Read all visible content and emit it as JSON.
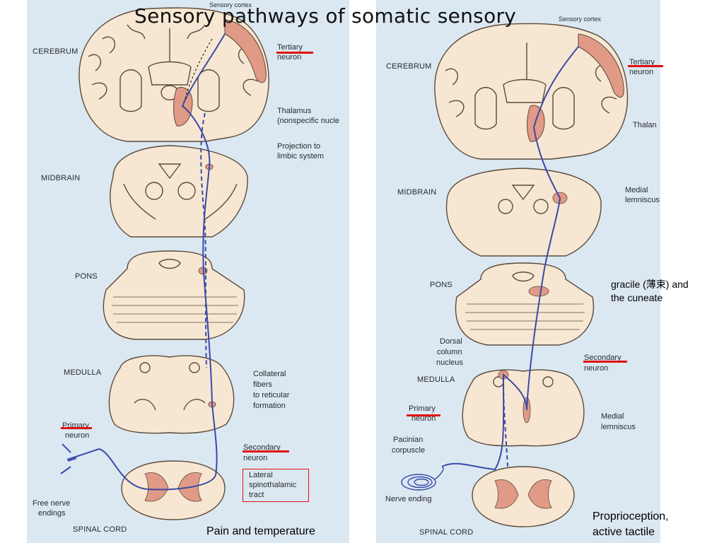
{
  "title": "Sensory pathways of somatic sensory",
  "left": {
    "levels": {
      "cerebrum": "CEREBRUM",
      "midbrain": "MIDBRAIN",
      "pons": "PONS",
      "medulla": "MEDULLA",
      "spinal_cord": "SPINAL CORD"
    },
    "labels": {
      "sensory_cortex": "Sensory cortex",
      "tertiary_neuron_1": "Tertiary",
      "tertiary_neuron_2": "neuron",
      "thalamus_1": "Thalamus",
      "thalamus_2": "(nonspecific nucle",
      "projection_1": "Projection to",
      "projection_2": "limbic system",
      "collateral_1": "Collateral",
      "collateral_2": "fibers",
      "collateral_3": "to reticular",
      "collateral_4": "formation",
      "primary_neuron_1": "Primary",
      "primary_neuron_2": "neuron",
      "secondary_neuron_1": "Secondary",
      "secondary_neuron_2": "neuron",
      "lateral_1": "Lateral",
      "lateral_2": "spinothalamic",
      "lateral_3": "tract",
      "free_nerve_1": "Free nerve",
      "free_nerve_2": "endings"
    },
    "caption": "Pain and temperature"
  },
  "right": {
    "levels": {
      "cerebrum": "CEREBRUM",
      "midbrain": "MIDBRAIN",
      "pons": "PONS",
      "medulla": "MEDULLA",
      "spinal_cord": "SPINAL CORD"
    },
    "labels": {
      "sensory_cortex": "Sensory cortex",
      "tertiary_neuron_1": "Tertiary",
      "tertiary_neuron_2": "neuron",
      "thalamus": "Thalan",
      "medial_lemniscus_top_1": "Medial",
      "medial_lemniscus_top_2": "lemniscus",
      "dorsal_1": "Dorsal",
      "dorsal_2": "column",
      "dorsal_3": "nucleus",
      "secondary_neuron_1": "Secondary",
      "secondary_neuron_2": "neuron",
      "primary_neuron_1": "Primary",
      "primary_neuron_2": "neuron",
      "medial_lemniscus_bottom_1": "Medial",
      "medial_lemniscus_bottom_2": "lemniscus",
      "pacinian_1": "Pacinian",
      "pacinian_2": "corpuscle",
      "nerve_ending": "Nerve ending"
    },
    "note_1": "gracile (薄束) and",
    "note_2": "the cuneate",
    "caption_1": "Proprioception,",
    "caption_2": "active tactile"
  },
  "colors": {
    "tissue": "#f7e7d2",
    "tissue_outline": "#5a4a3a",
    "highlight": "#e09a86",
    "pathway": "#3a4aa8",
    "annotation": "#e01010",
    "panel_bg": "#dbe8f2"
  }
}
